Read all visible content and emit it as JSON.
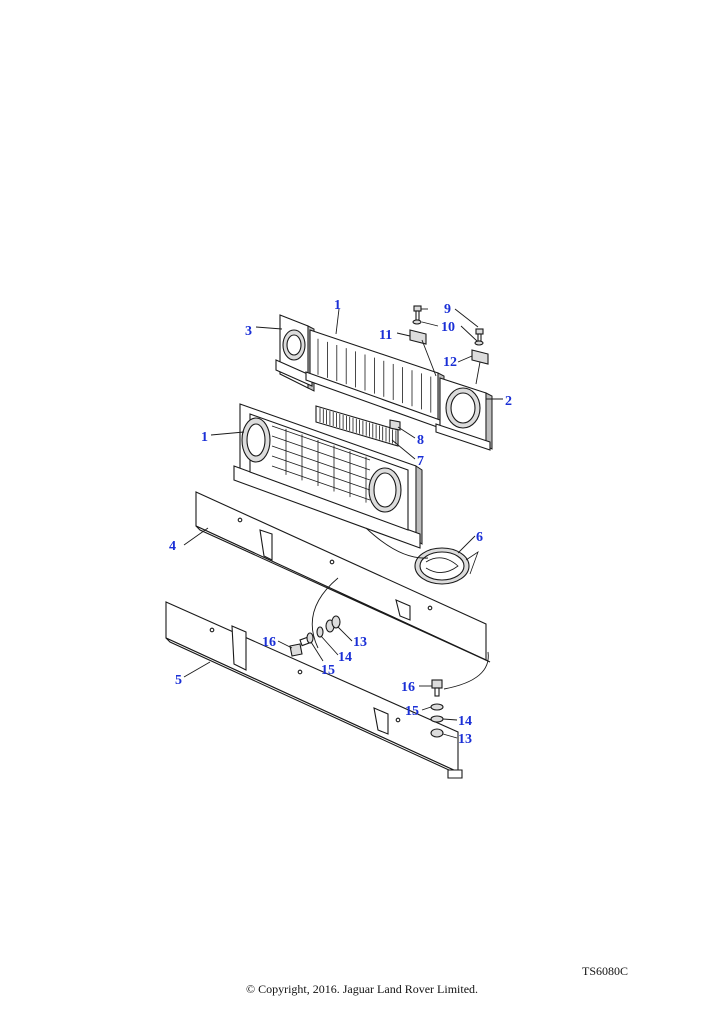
{
  "figure": {
    "reference_code": "TS6080C",
    "copyright": "© Copyright, 2016. Jaguar Land Rover Limited."
  },
  "callouts": {
    "c1a": "1",
    "c1b": "1",
    "c2": "2",
    "c3": "3",
    "c4": "4",
    "c5": "5",
    "c6": "6",
    "c7": "7",
    "c8": "8",
    "c9": "9",
    "c10": "10",
    "c11": "11",
    "c12": "12",
    "c13a": "13",
    "c13b": "13",
    "c14a": "14",
    "c14b": "14",
    "c15a": "15",
    "c15b": "15",
    "c16a": "16",
    "c16b": "16"
  },
  "colors": {
    "callout": "#1a2fd6",
    "line": "#1a1a1a"
  }
}
